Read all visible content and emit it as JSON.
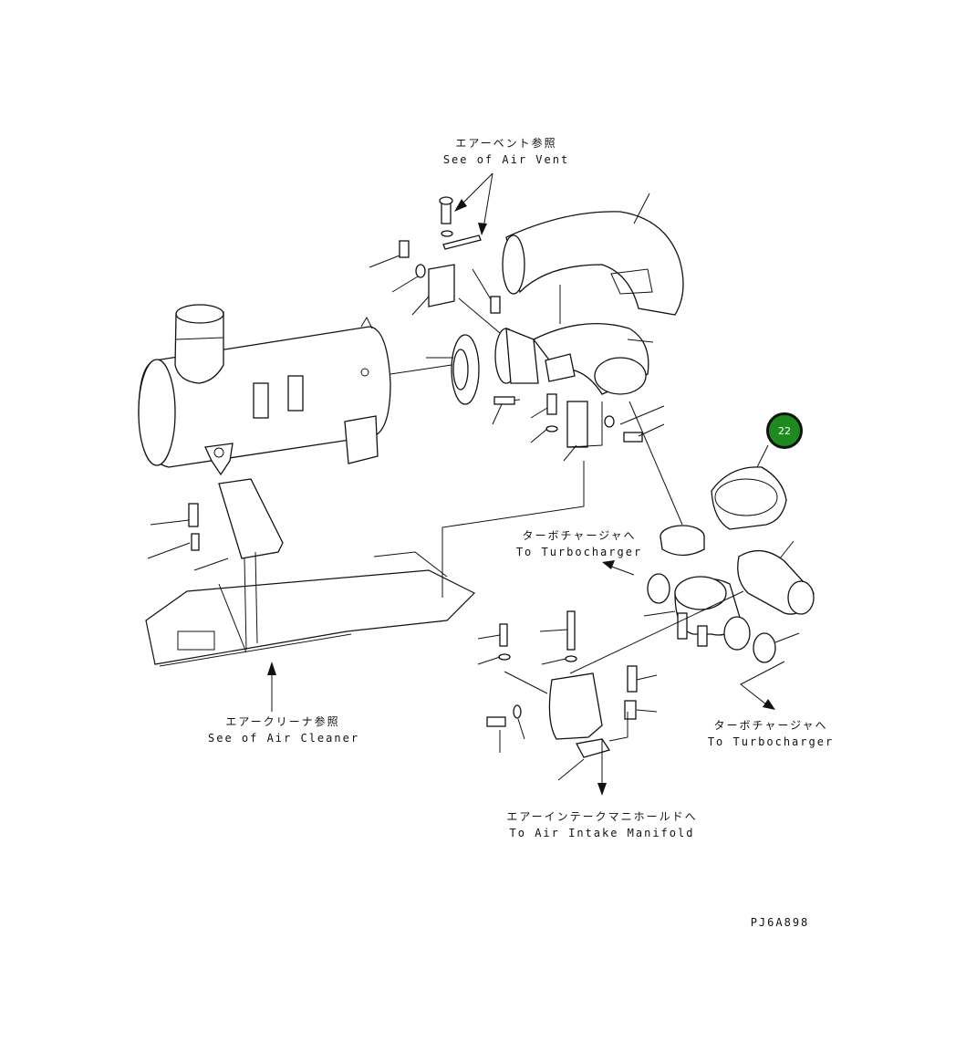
{
  "drawing_code": "PJ6A898",
  "callout": {
    "number": "22",
    "color": "#1e8a1e"
  },
  "labels": {
    "air_vent_jp": "エアーベント参照",
    "air_vent_en": "See of Air Vent",
    "turbo1_jp": "ターボチャージャへ",
    "turbo1_en": "To Turbocharger",
    "turbo2_jp": "ターボチャージャへ",
    "turbo2_en": "To Turbocharger",
    "air_cleaner_jp": "エアークリーナ参照",
    "air_cleaner_en": "See of Air Cleaner",
    "manifold_jp": "エアーインテークマニホールドへ",
    "manifold_en": "To Air Intake Manifold"
  }
}
